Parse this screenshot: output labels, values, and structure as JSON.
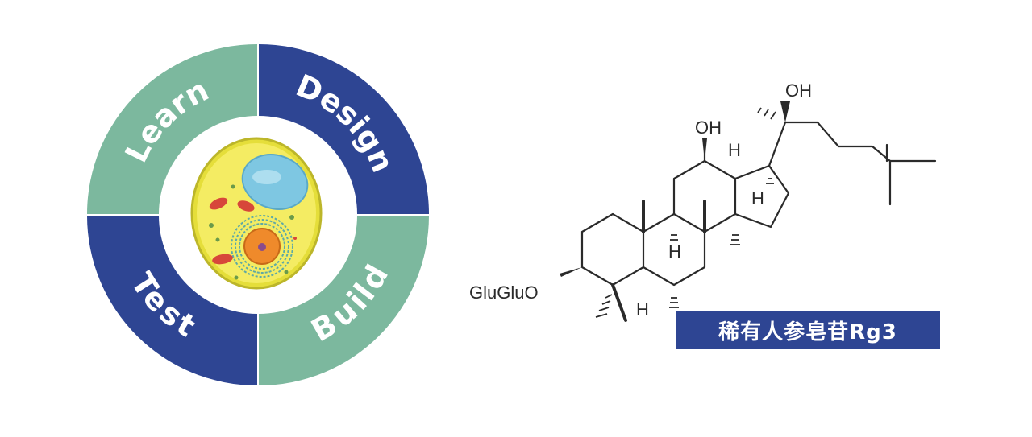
{
  "cycle": {
    "stages": [
      "Learn",
      "Design",
      "Build",
      "Test"
    ],
    "colors": {
      "green": "#7cb89e",
      "blue": "#2e4593"
    }
  },
  "molecule": {
    "atoms": {
      "oh_top": "OH",
      "oh_left": "OH",
      "h_1": "H",
      "h_2": "H",
      "h_3": "H",
      "h_4": "H",
      "substituent": "GluGluO"
    },
    "name": "稀有人参皂苷Rg3"
  }
}
